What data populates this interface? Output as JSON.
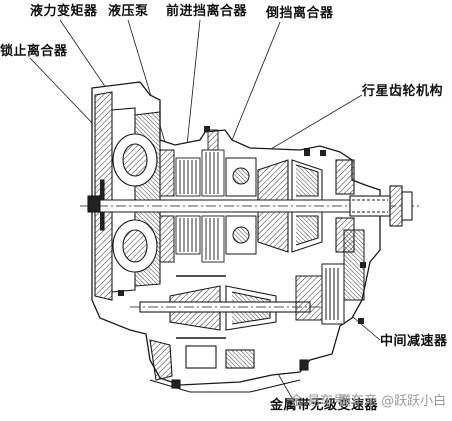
{
  "labels": {
    "torque_converter": "液力变矩器",
    "hydraulic_pump": "液压泵",
    "forward_clutch": "前进挡离合器",
    "reverse_clutch": "倒挡离合器",
    "lockup_clutch": "锁止离合器",
    "planetary_gear": "行星齿轮机构",
    "intermediate_reducer": "中间减速器",
    "cvt": "金属带无级变速器"
  },
  "watermark": {
    "logo_text": "金 易车号",
    "author_text": "懂车帝 @跃跃小白"
  },
  "colors": {
    "line": "#1a1a1a",
    "hatch": "#333333",
    "background": "#ffffff",
    "watermark": "#9a9a9a"
  }
}
